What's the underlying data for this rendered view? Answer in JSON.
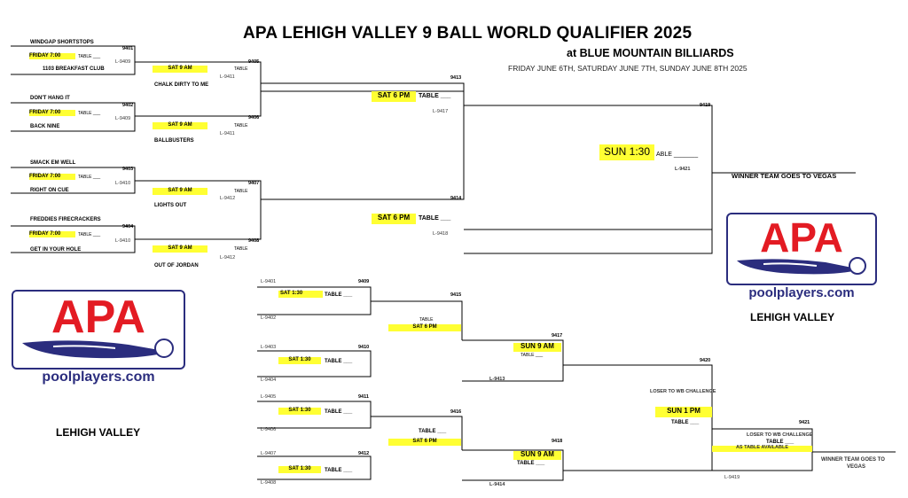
{
  "header": {
    "title": "APA LEHIGH  VALLEY 9 BALL WORLD QUALIFIER 2025",
    "venue": "at  BLUE MOUNTAIN BILLIARDS",
    "dates": "FRIDAY JUNE 6TH, SATURDAY JUNE 7TH, SUNDAY JUNE 8TH  2025"
  },
  "teams": {
    "windgap": "WINDGAP SHORTSTOPS",
    "breakfast": "1103   BREAKFAST CLUB",
    "chalk": "CHALK DIRTY TO ME",
    "dont_hang": "DON'T HANG IT",
    "back_nine": "BACK NINE",
    "ballbusters": "BALLBUSTERS",
    "smack": "SMACK EM WELL",
    "right_cue": "RIGHT ON CUE",
    "lights": "LIGHTS OUT",
    "freddies": "FREDDIES FIRECRACKERS",
    "get_hole": "GET IN YOUR HOLE",
    "jordan": "OUT OF JORDAN"
  },
  "matches": {
    "m9401": "9401",
    "m9402": "9402",
    "m9403": "9403",
    "m9404": "9404",
    "m9405": "9405",
    "m9406": "9406",
    "m9407": "9407",
    "m9408": "9408",
    "m9409": "9409",
    "m9410": "9410",
    "m9411": "9411",
    "m9412": "9412",
    "m9413": "9413",
    "m9414": "9414",
    "m9415": "9415",
    "m9416": "9416",
    "m9417": "9417",
    "m9418": "9418",
    "m9419": "9419",
    "m9420": "9420",
    "m9421": "9421"
  },
  "losers": {
    "l9401": "L-9401",
    "l9402": "L-9402",
    "l9403": "L-9403",
    "l9404": "L-9404",
    "l9405": "L-9405",
    "l9406": "L-9406",
    "l9407": "L-9407",
    "l9408": "L-9408",
    "l9409": "L-9409",
    "l9410": "L-9410",
    "l9411": "L-9411",
    "l9412": "L-9412",
    "l9413": "L-9413",
    "l9414": "L-9414",
    "l9417": "L-9417",
    "l9418": "L-9418",
    "l9419": "L-9419",
    "l9421": "L-9421"
  },
  "times": {
    "friday": "FRIDAY 7:00",
    "sat9": "SAT 9 AM",
    "sat6": "SAT 6 PM",
    "sun130": "SUN 1:30",
    "sat130": "SAT 1:30",
    "sat6b": "SAT  6 PM",
    "sun9": "SUN 9 AM",
    "sun1": "SUN 1 PM"
  },
  "tables": {
    "blank_small": "TABLE ___",
    "table_word": "TABLE",
    "table_blank": "TABLE ___",
    "sun_table": "ABLE _______",
    "final_table": "TABLE ___",
    "as_available": "AS TABLE AVAILABLE"
  },
  "notes": {
    "winner_vegas": "WINNER  TEAM GOES TO VEGAS",
    "loser_challenge": "LOSER TO WB CHALLENGE",
    "loser_challenge2": "LOSER TO WB CHALLENGE",
    "winner_vegas2a": "WINNER  TEAM GOES TO",
    "winner_vegas2b": "VEGAS"
  },
  "logos": {
    "brand": "APA",
    "site": "poolplayers.com",
    "region_right": "LEHIGH VALLEY",
    "region_left": "LEHIGH VALLEY",
    "primary_color": "#e31b23",
    "secondary_color": "#2b2d7e"
  }
}
